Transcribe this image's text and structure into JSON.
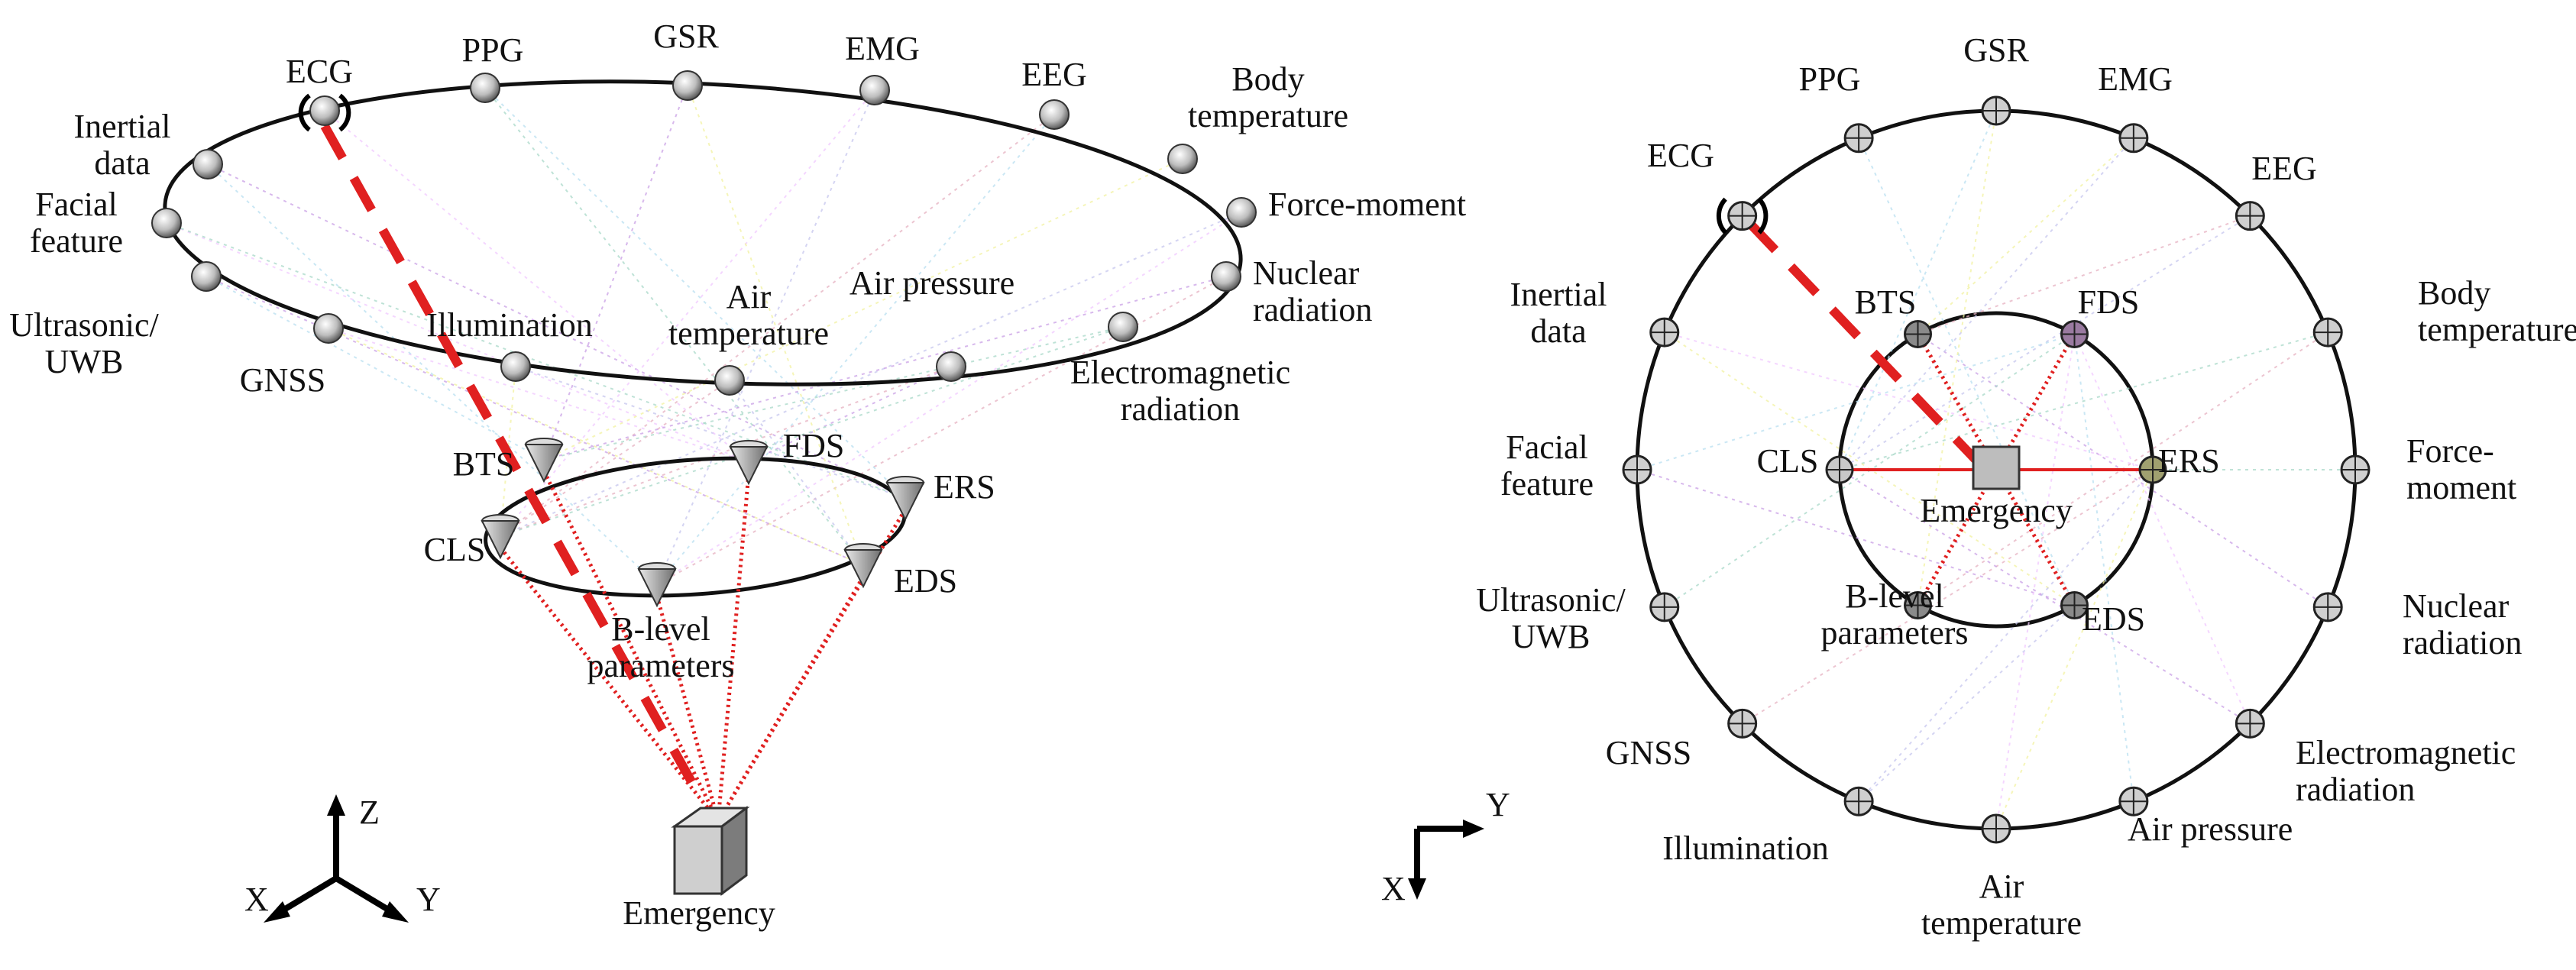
{
  "left_view": {
    "outer_nodes": [
      {
        "key": "ecg",
        "label": "ECG"
      },
      {
        "key": "ppg",
        "label": "PPG"
      },
      {
        "key": "gsr",
        "label": "GSR"
      },
      {
        "key": "emg",
        "label": "EMG"
      },
      {
        "key": "eeg",
        "label": "EEG"
      },
      {
        "key": "bodytemp",
        "label": "Body temperature"
      },
      {
        "key": "force",
        "label": "Force-moment"
      },
      {
        "key": "nuclear",
        "label": "Nuclear radiation"
      },
      {
        "key": "em",
        "label": "Electromagnetic radiation"
      },
      {
        "key": "airpress",
        "label": "Air pressure"
      },
      {
        "key": "airtemp",
        "label": "Air temperature"
      },
      {
        "key": "illum",
        "label": "Illumination"
      },
      {
        "key": "gnss",
        "label": "GNSS"
      },
      {
        "key": "ultra",
        "label": "Ultrasonic/ UWB"
      },
      {
        "key": "facial",
        "label": "Facial feature"
      },
      {
        "key": "inertial",
        "label": "Inertial data"
      }
    ],
    "inner_nodes": [
      {
        "key": "bts",
        "label": "BTS"
      },
      {
        "key": "fds",
        "label": "FDS"
      },
      {
        "key": "ers",
        "label": "ERS"
      },
      {
        "key": "eds",
        "label": "EDS"
      },
      {
        "key": "blevel",
        "label": "B-level parameters"
      },
      {
        "key": "cls",
        "label": "CLS"
      }
    ],
    "center_label": "Emergency",
    "axes": {
      "z": "Z",
      "x": "X",
      "y": "Y"
    }
  },
  "right_view": {
    "outer_nodes": [
      {
        "key": "gsr",
        "label": "GSR"
      },
      {
        "key": "emg",
        "label": "EMG"
      },
      {
        "key": "eeg",
        "label": "EEG"
      },
      {
        "key": "bodytemp",
        "label": "Body temperature"
      },
      {
        "key": "force",
        "label": "Force- moment"
      },
      {
        "key": "nuclear",
        "label": "Nuclear radiation"
      },
      {
        "key": "em",
        "label": "Electromagnetic radiation"
      },
      {
        "key": "airpress",
        "label": "Air pressure"
      },
      {
        "key": "airtemp",
        "label": "Air temperature"
      },
      {
        "key": "illum",
        "label": "Illumination"
      },
      {
        "key": "gnss",
        "label": "GNSS"
      },
      {
        "key": "ultra",
        "label": "Ultrasonic/ UWB"
      },
      {
        "key": "facial",
        "label": "Facial feature"
      },
      {
        "key": "inertial",
        "label": "Inertial data"
      },
      {
        "key": "ecg",
        "label": "ECG"
      },
      {
        "key": "ppg",
        "label": "PPG"
      }
    ],
    "inner_nodes": [
      {
        "key": "bts",
        "label": "BTS"
      },
      {
        "key": "fds",
        "label": "FDS"
      },
      {
        "key": "ers",
        "label": "ERS"
      },
      {
        "key": "eds",
        "label": "EDS"
      },
      {
        "key": "blevel",
        "label": "B-level parameters"
      },
      {
        "key": "cls",
        "label": "CLS"
      }
    ],
    "center_label": "Emergency",
    "axes": {
      "y": "Y",
      "x": "X"
    }
  },
  "colors": {
    "highlight": "#e02020",
    "faint_links": [
      "#c9a0e6",
      "#f0c8ff",
      "#b8dff0",
      "#f2f2a0",
      "#c6c6ee",
      "#e6b0c0",
      "#a8d8c8"
    ]
  }
}
